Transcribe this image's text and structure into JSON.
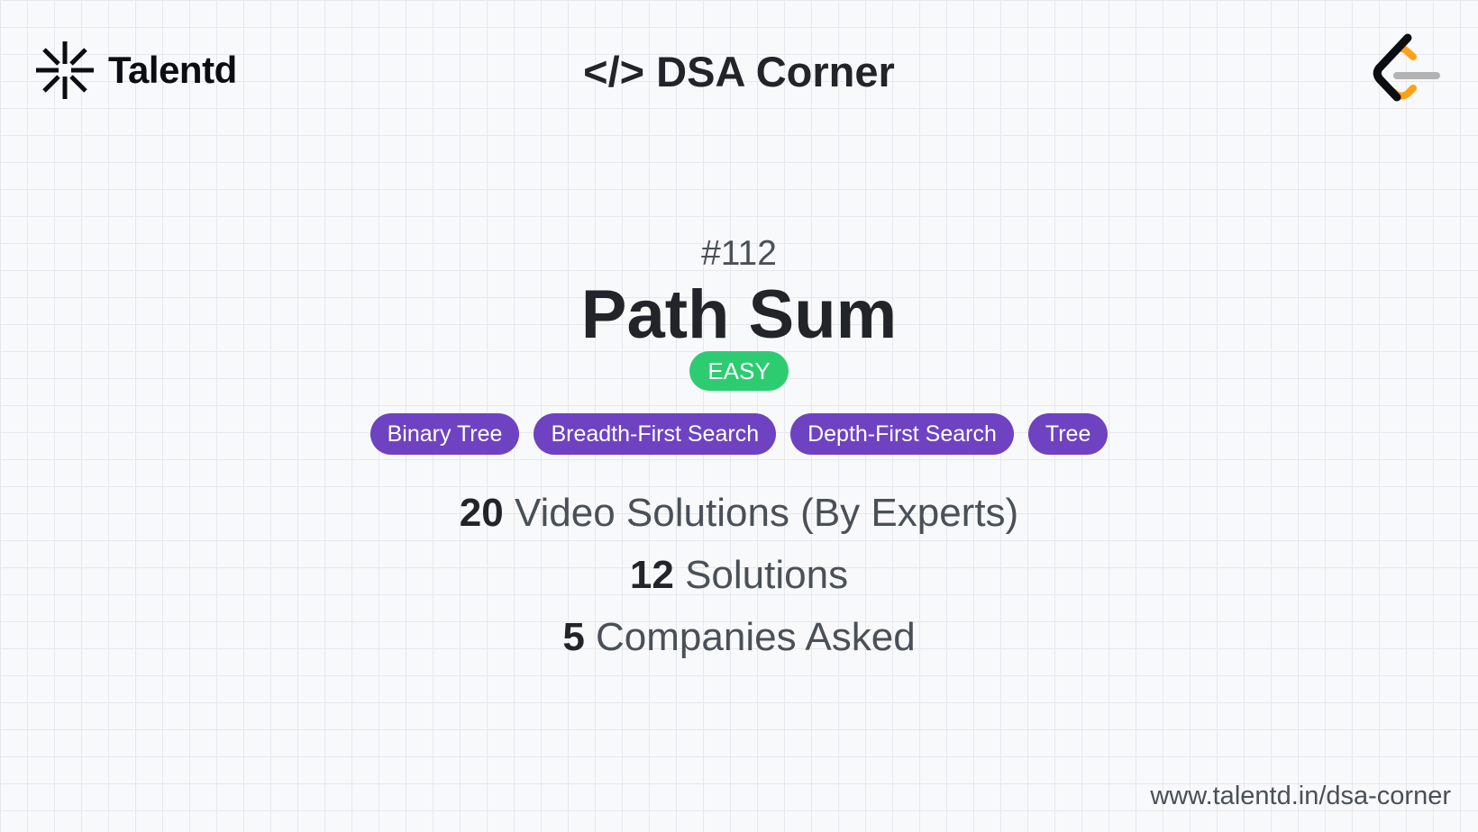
{
  "brand": {
    "name": "Talentd",
    "icon": "talentd-asterisk-icon"
  },
  "header": {
    "title": "</> DSA Corner"
  },
  "platform_logo": {
    "icon": "leetcode-logo-icon",
    "colors": {
      "bracket": "#0b0d12",
      "curve": "#ffa116",
      "bar": "#b3b3b3"
    }
  },
  "problem": {
    "number": "#112",
    "title": "Path Sum",
    "difficulty": "EASY",
    "tags": [
      "Binary Tree",
      "Breadth-First Search",
      "Depth-First Search",
      "Tree"
    ]
  },
  "stats": [
    {
      "value": "20",
      "label": "Video Solutions (By Experts)"
    },
    {
      "value": "12",
      "label": "Solutions"
    },
    {
      "value": "5",
      "label": "Companies Asked"
    }
  ],
  "footer": {
    "url": "www.talentd.in/dsa-corner"
  },
  "colors": {
    "background": "#f8f9fb",
    "grid": "#e6e8ec",
    "easy": "#2ecc71",
    "tag": "#6f42c1",
    "text_primary": "#212529",
    "text_secondary": "#495057"
  }
}
